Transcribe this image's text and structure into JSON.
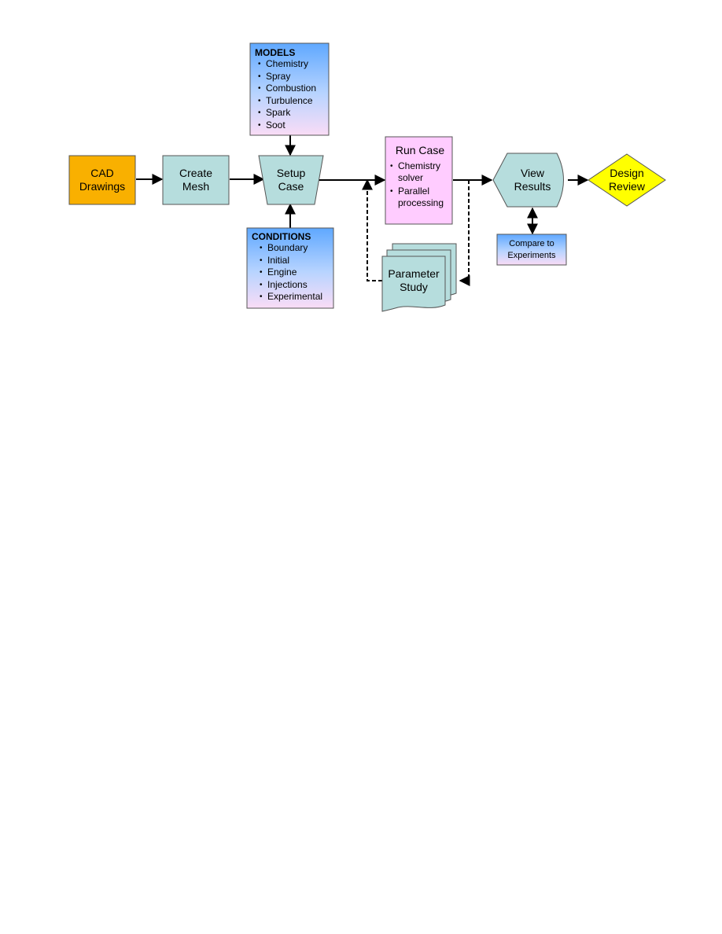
{
  "colors": {
    "cad": "#f9b000",
    "process": "#b6dddd",
    "run_case": "#ffccff",
    "design_review": "#ffff00",
    "gradient_top": "#66aaff",
    "gradient_bottom": "#f8d8f8"
  },
  "nodes": {
    "cad": {
      "line1": "CAD",
      "line2": "Drawings"
    },
    "create_mesh": {
      "line1": "Create",
      "line2": "Mesh"
    },
    "setup_case": {
      "line1": "Setup",
      "line2": "Case"
    },
    "run_case": {
      "title": "Run Case",
      "items": [
        "Chemistry solver",
        "Parallel processing"
      ]
    },
    "view_results": {
      "line1": "View",
      "line2": "Results"
    },
    "design_review": {
      "line1": "Design",
      "line2": "Review"
    },
    "models": {
      "title": "MODELS",
      "items": [
        "Chemistry",
        "Spray",
        "Combustion",
        "Turbulence",
        "Spark",
        "Soot"
      ]
    },
    "conditions": {
      "title": "CONDITIONS",
      "items": [
        "Boundary",
        "Initial",
        "Engine",
        "Injections",
        "Experimental"
      ]
    },
    "parameter_study": {
      "line1": "Parameter",
      "line2": "Study"
    },
    "compare": {
      "line1": "Compare to",
      "line2": "Experiments"
    }
  }
}
